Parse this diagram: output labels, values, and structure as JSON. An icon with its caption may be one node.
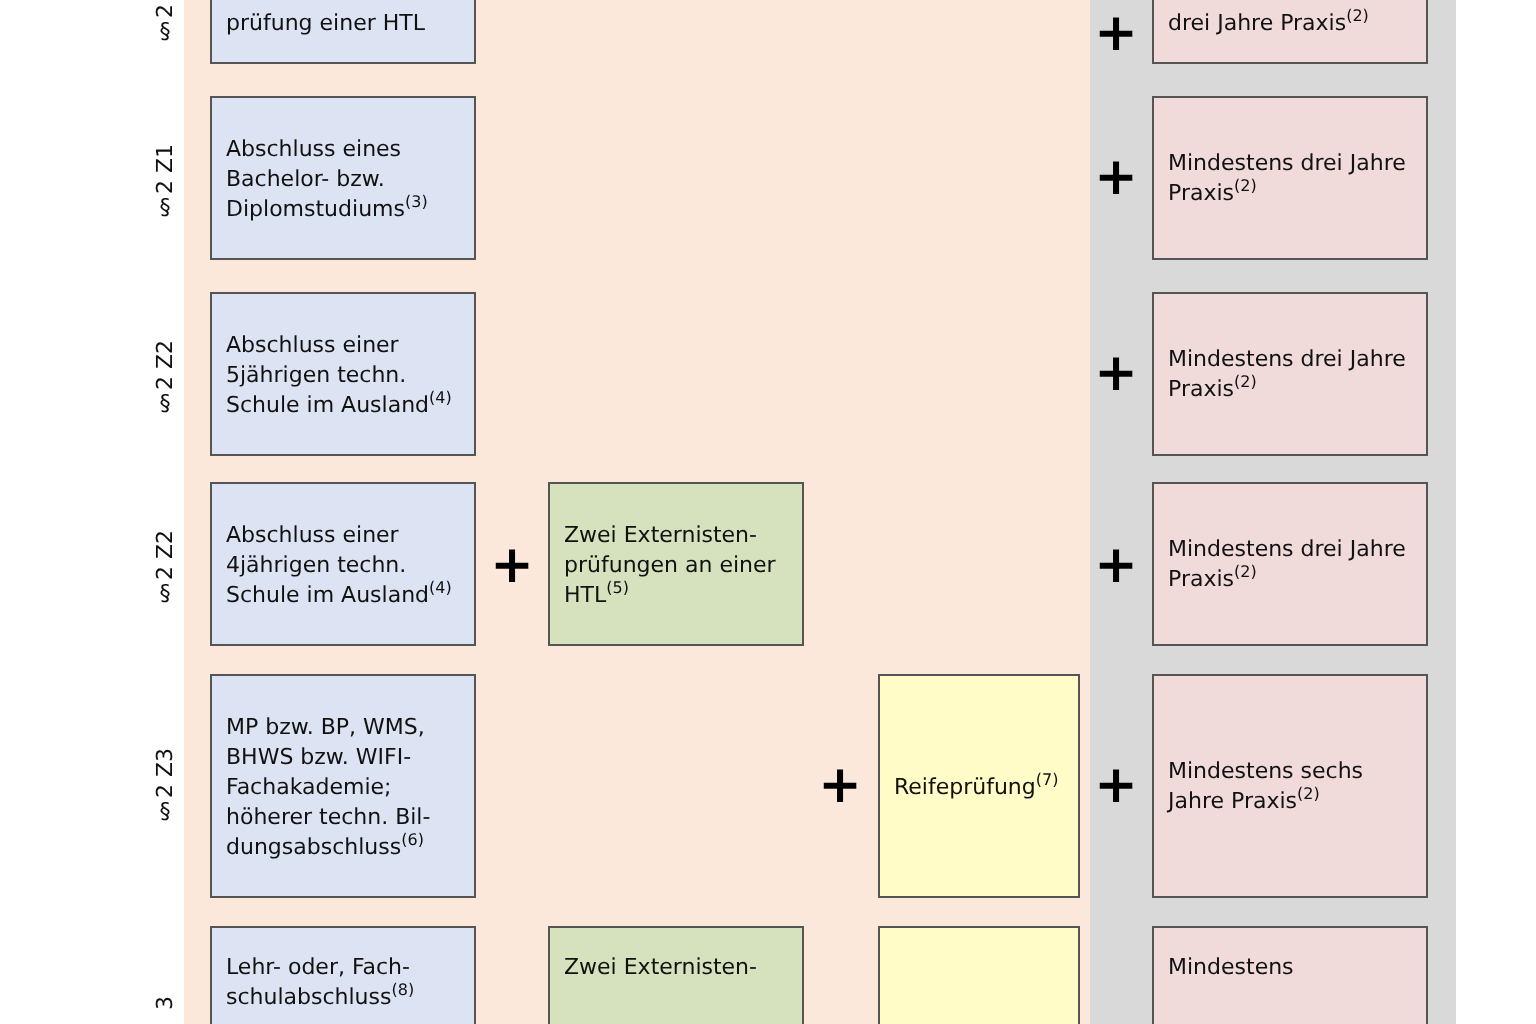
{
  "diagram": {
    "nodes": [
      {
        "text": [
          "prüfung einer HTL"
        ]
      },
      {
        "text": [
          "drei Jahre Praxis$^{(2)}$"
        ]
      },
      {
        "text": [
          "Abschluss eines Bachelor- bzw. Diplomstudiums$^{(3)}$"
        ]
      },
      {
        "text": [
          "Mindestens drei Jahre Praxis$^{(2)}$"
        ]
      },
      {
        "text": [
          "Abschluss einer 5jährigen techn. Schule im Ausland$^{(4)}$"
        ]
      },
      {
        "text": [
          "Mindestens drei Jahre Praxis$^{(2)}$"
        ]
      },
      {
        "text": [
          "Abschluss einer 4jährigen techn. Schule im Ausland$^{(4)}$"
        ]
      },
      {
        "text": [
          "Zwei Externisten- prüfungen an einer HTL$^{(5)}$"
        ]
      },
      {
        "text": [
          "Mindestens drei Jahre Praxis$^{(2)}$"
        ]
      },
      {
        "text": [
          "MP bzw. BP, WMS, BHWS bzw. WIFI-Fachakademie; höherer techn. Bil- dungsabschluss$^{(6)}$"
        ]
      },
      {
        "text": [
          "Reifeprüfung$^{(7)}$"
        ]
      },
      {
        "text": [
          "Mindestens sechs Jahre Praxis$^{(2)}$"
        ]
      },
      {
        "text": [
          "Lehr- oder, Fach- schulabschluss$^{(8)}$"
        ]
      },
      {
        "text": [
          "Zwei Externisten-"
        ]
      },
      {
        "text": [],
        "shape": "box"
      },
      {
        "text": [
          "Mindestens"
        ]
      }
    ],
    "edges": [],
    "labels": [
      "§2",
      "+",
      "§2 Z1",
      "+",
      "§2 Z2",
      "+",
      "§2 Z2",
      "+",
      "+",
      "§2 Z3",
      "+",
      "+",
      "3"
    ]
  }
}
